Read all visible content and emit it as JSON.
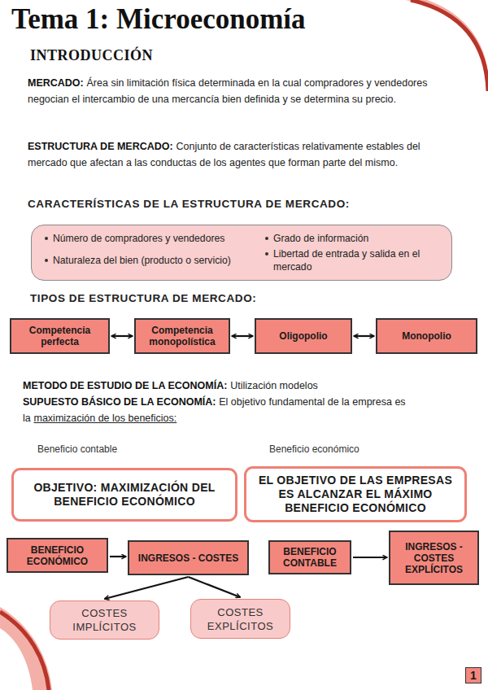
{
  "diagram": {
    "title": "Tema 1: Microeconomía",
    "nodes": [
      {
        "text": [
          "Número de compradores y vendedores",
          "Naturaleza del bien (producto o servicio)",
          "Grado de información",
          "Libertad de entrada y salida en el mercado"
        ]
      },
      {
        "text": [
          "Competencia perfecta"
        ]
      },
      {
        "text": [
          "Competencia monopolística"
        ]
      },
      {
        "text": [
          "Oligopolio"
        ]
      },
      {
        "text": [
          "Monopolio"
        ]
      },
      {
        "text": [
          "OBJETIVO: MAXIMIZACIÓN DEL BENEFICIO ECONÓMICO"
        ]
      },
      {
        "text": [
          "EL OBJETIVO DE LAS EMPRESAS ES ALCANZAR EL MÁXIMO BENEFICIO ECONÓMICO"
        ]
      },
      {
        "text": [
          "BENEFICIO ECONÓMICO"
        ]
      },
      {
        "text": [
          "INGRESOS - COSTES"
        ]
      },
      {
        "text": [
          "BENEFICIO CONTABLE"
        ]
      },
      {
        "text": [
          "INGRESOS - COSTES EXPLÍCITOS"
        ]
      },
      {
        "text": [
          "COSTES IMPLÍCITOS"
        ]
      },
      {
        "text": [
          "COSTES EXPLÍCITOS"
        ]
      },
      {
        "text": [
          "1"
        ]
      }
    ],
    "edges": [
      {
        "from": 1,
        "to": 2,
        "arrow": "both"
      },
      {
        "from": 2,
        "to": 3,
        "arrow": "both"
      },
      {
        "from": 3,
        "to": 4,
        "arrow": "both"
      },
      {
        "from": 7,
        "to": 8,
        "arrow": "to"
      },
      {
        "from": 9,
        "to": 10,
        "arrow": "to"
      },
      {
        "from": 8,
        "to": 11,
        "arrow": "to"
      },
      {
        "from": 8,
        "to": 12,
        "arrow": "to"
      }
    ],
    "labels": [
      "INTRODUCCIÓN",
      "MERCADO:",
      "Área sin limitación física determinada en la cual compradores y vendedores negocian el intercambio de una mercancía bien definida y se determina su precio.",
      "ESTRUCTURA DE MERCADO:",
      "Conjunto de características relativamente estables del mercado que afectan a las conductas de los agentes que forman parte del mismo.",
      "CARACTERÍSTICAS DE LA ESTRUCTURA DE MERCADO:",
      "TIPOS DE ESTRUCTURA DE MERCADO:",
      "METODO DE ESTUDIO DE LA ECONOMÍA:",
      "Utilización modelos",
      "SUPUESTO BÁSICO DE LA ECONOMÍA:",
      "El objetivo fundamental de la empresa es la",
      "maximización de los beneficios:",
      "Beneficio contable",
      "Beneficio económico"
    ]
  }
}
